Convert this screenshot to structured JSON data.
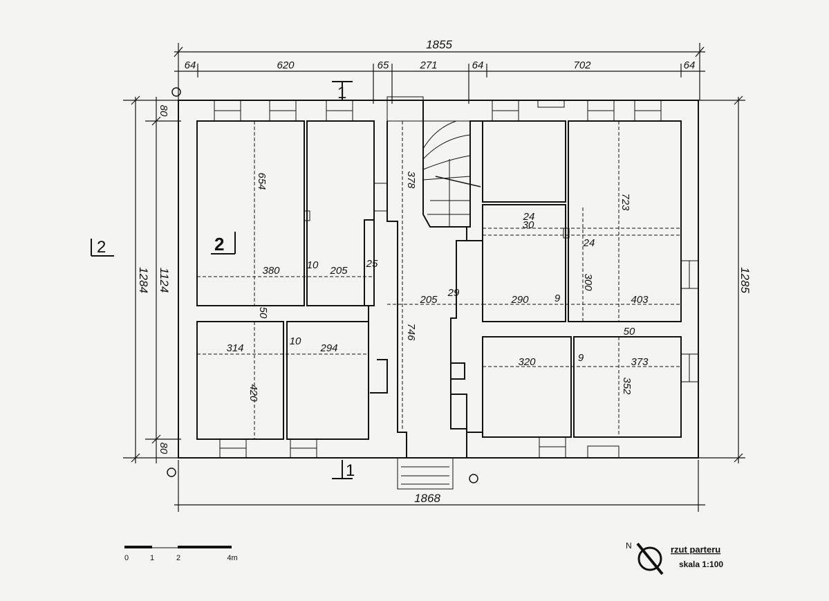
{
  "plan": {
    "title": "rzut parteru",
    "scale": "skala 1:100",
    "north_label": "N",
    "section_1": "1",
    "section_2": "2",
    "scale_bar": [
      "0",
      "1",
      "2",
      "4m"
    ],
    "dimensions": {
      "top_total": "1855",
      "top_parts": [
        "64",
        "620",
        "65",
        "271",
        "64",
        "702",
        "64"
      ],
      "bottom_total": "1868",
      "left_total": "1284",
      "left_inner": "1124",
      "left_wall_top": "80",
      "left_wall_bottom": "80",
      "right_total": "1285",
      "rooms": {
        "r654": "654",
        "r380": "380",
        "r10a": "10",
        "r205a": "205",
        "r25": "25",
        "r378": "378",
        "r746": "746",
        "r205b": "205",
        "r29": "29",
        "r50a": "50",
        "r314": "314",
        "r10b": "10",
        "r294": "294",
        "r420": "420",
        "r723": "723",
        "r24a": "24",
        "r30": "30",
        "r24b": "24",
        "r300": "300",
        "r290": "290",
        "r9a": "9",
        "r403": "403",
        "r50b": "50",
        "r320": "320",
        "r9b": "9",
        "r373": "373",
        "r352": "352"
      }
    }
  },
  "colors": {
    "ink": "#111111",
    "paper": "#f4f4f2"
  }
}
